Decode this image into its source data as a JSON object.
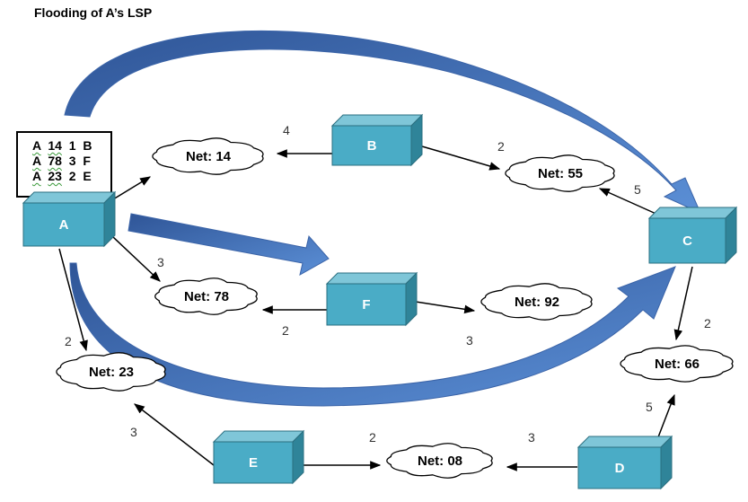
{
  "title": "Flooding of A’s LSP",
  "lsp_table": {
    "rows": [
      [
        "A",
        "14",
        "1",
        "B"
      ],
      [
        "A",
        "78",
        "3",
        "F"
      ],
      [
        "A",
        "23",
        "2",
        "E"
      ]
    ]
  },
  "routers": [
    "A",
    "B",
    "C",
    "D",
    "E",
    "F"
  ],
  "networks": [
    "Net: 14",
    "Net: 55",
    "Net: 78",
    "Net: 92",
    "Net: 23",
    "Net: 66",
    "Net: 08"
  ],
  "link_costs": [
    "4",
    "2",
    "5",
    "3",
    "2",
    "3",
    "2",
    "2",
    "5",
    "3",
    "2",
    "3"
  ],
  "colors": {
    "router_front": "#4aacc6",
    "router_top": "#7fc6d8",
    "router_side": "#2f8499",
    "flood_arrow": "#4472c4",
    "cloud_fill": "#ffffff",
    "line": "#000000"
  }
}
